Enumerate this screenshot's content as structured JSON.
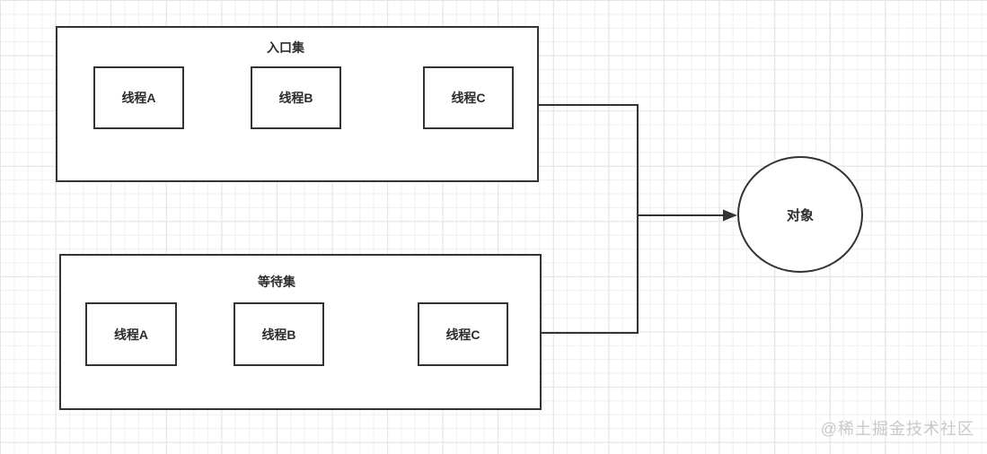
{
  "diagram": {
    "entry_set": {
      "title": "入口集",
      "threads": [
        {
          "label": "线程A"
        },
        {
          "label": "线程B"
        },
        {
          "label": "线程C"
        }
      ]
    },
    "wait_set": {
      "title": "等待集",
      "threads": [
        {
          "label": "线程A"
        },
        {
          "label": "线程B"
        },
        {
          "label": "线程C"
        }
      ]
    },
    "object_node": {
      "label": "对象"
    },
    "colors": {
      "stroke": "#333333",
      "shape_fill": "#ffffff",
      "text": "#2d2d2d",
      "watermark": "#c9c9c9"
    }
  },
  "watermark": {
    "text": "@稀土掘金技术社区"
  }
}
